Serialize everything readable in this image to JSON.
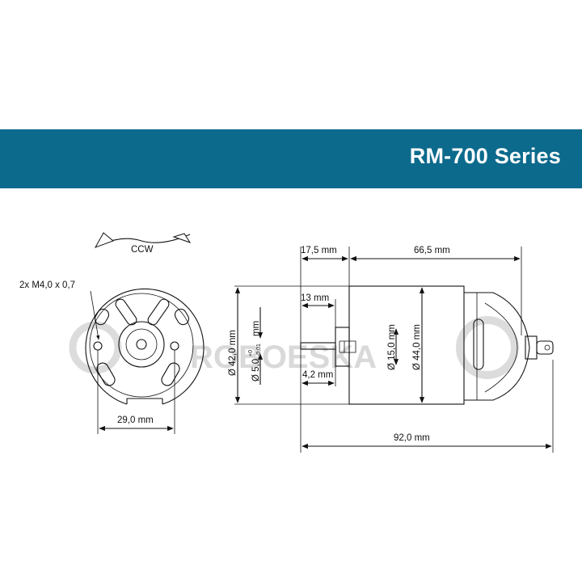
{
  "header": {
    "title": "RM-700 Series",
    "band_color": "#0c6a8c",
    "text_color": "#ffffff"
  },
  "watermark": "ROBOESKA",
  "front_view": {
    "rotation_label": "CCW",
    "thread_label": "2x M4,0 x 0,7",
    "hole_spacing": "29,0 mm"
  },
  "side_view": {
    "shaft_extension": "17,5 mm",
    "can_length": "66,5 mm",
    "bearing_boss_length": "13 mm",
    "flat_length": "4,2 mm",
    "total_length": "92,0 mm",
    "overall_diameter": "Ø 42,0 mm",
    "shaft_diameter": "Ø 5,0",
    "shaft_tolerance_upper": "+0",
    "shaft_tolerance_lower": "-0,01",
    "shaft_diameter_unit": "mm",
    "boss_diameter": "Ø 15,0 mm",
    "can_diameter": "Ø 44,0 mm"
  }
}
